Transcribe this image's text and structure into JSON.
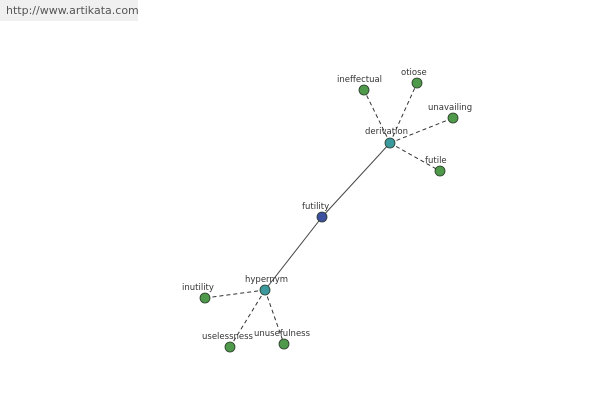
{
  "source_url": "http://www.artikata.com",
  "colors": {
    "center": "#3d4f9f",
    "relation": "#3c9a9e",
    "leaf": "#4f9a4a",
    "node_stroke": "#2a3a2a"
  },
  "graph": {
    "nodes": [
      {
        "id": "futility",
        "label": "futility",
        "kind": "center"
      },
      {
        "id": "derivation",
        "label": "derivation",
        "kind": "relation"
      },
      {
        "id": "hypernym",
        "label": "hypernym",
        "kind": "relation"
      },
      {
        "id": "ineffectual",
        "label": "ineffectual",
        "kind": "leaf"
      },
      {
        "id": "otiose",
        "label": "otiose",
        "kind": "leaf"
      },
      {
        "id": "unavailing",
        "label": "unavailing",
        "kind": "leaf"
      },
      {
        "id": "futile",
        "label": "futile",
        "kind": "leaf"
      },
      {
        "id": "inutility",
        "label": "inutility",
        "kind": "leaf"
      },
      {
        "id": "uselessness",
        "label": "uselessness",
        "kind": "leaf"
      },
      {
        "id": "unusefulness",
        "label": "unusefulness",
        "kind": "leaf"
      }
    ],
    "edges": [
      {
        "from": "futility",
        "to": "derivation",
        "style": "solid"
      },
      {
        "from": "futility",
        "to": "hypernym",
        "style": "solid"
      },
      {
        "from": "derivation",
        "to": "ineffectual",
        "style": "dashed"
      },
      {
        "from": "derivation",
        "to": "otiose",
        "style": "dashed"
      },
      {
        "from": "derivation",
        "to": "unavailing",
        "style": "dashed"
      },
      {
        "from": "derivation",
        "to": "futile",
        "style": "dashed"
      },
      {
        "from": "hypernym",
        "to": "inutility",
        "style": "dashed"
      },
      {
        "from": "hypernym",
        "to": "uselessness",
        "style": "dashed"
      },
      {
        "from": "hypernym",
        "to": "unusefulness",
        "style": "dashed"
      }
    ]
  }
}
